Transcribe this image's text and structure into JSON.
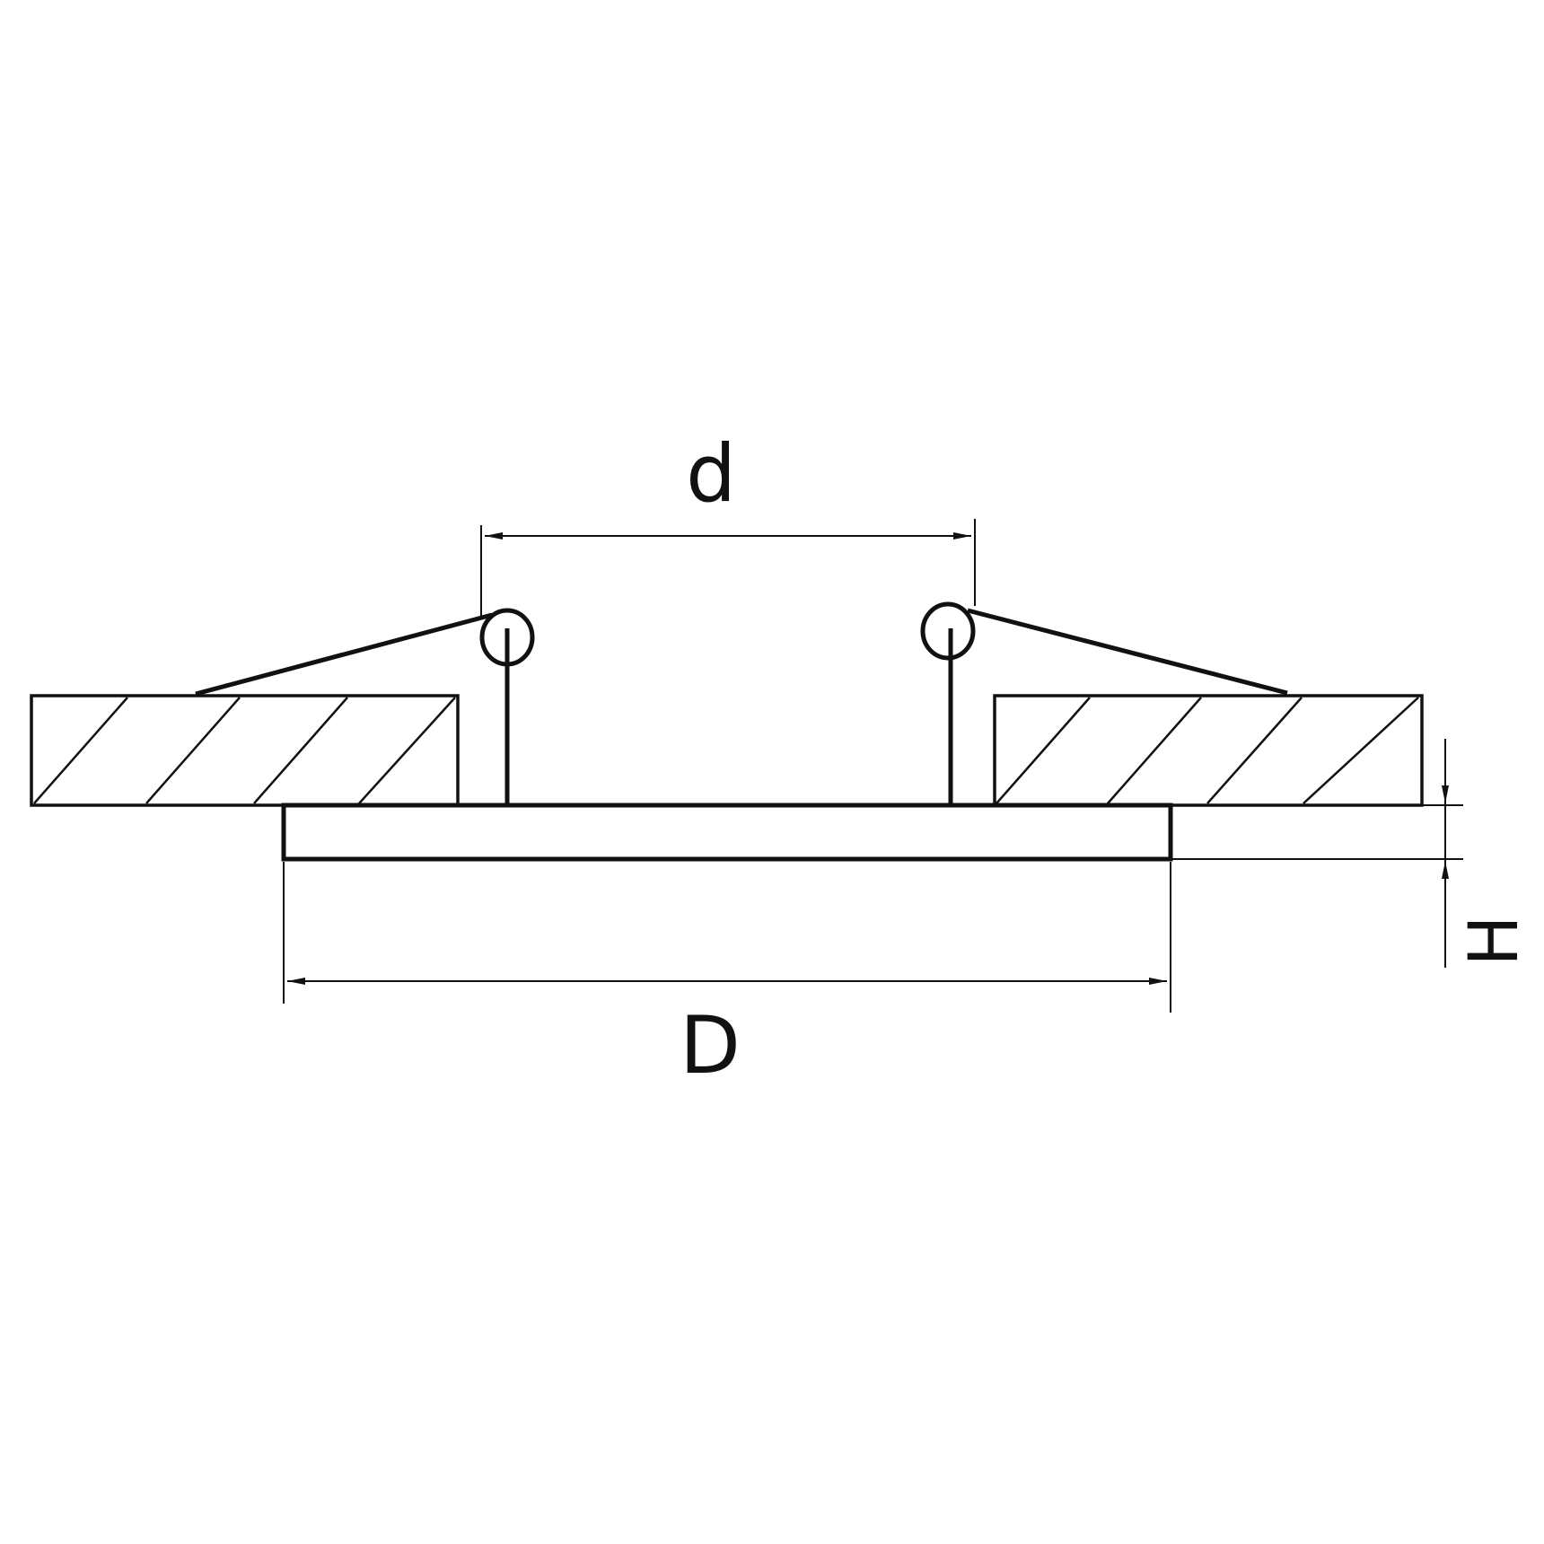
{
  "diagram": {
    "type": "technical-drawing",
    "subject": "recessed ceiling lamp installation cross-section",
    "colors": {
      "line": "#111111",
      "background": "#ffffff"
    },
    "dimensions": {
      "cutout": {
        "label": "d",
        "meaning": "ceiling cutout diameter"
      },
      "outer": {
        "label": "D",
        "meaning": "outer bezel diameter"
      },
      "height": {
        "label": "H",
        "meaning": "visible bezel height"
      }
    },
    "parts": [
      {
        "id": "ceiling-left",
        "name": "ceiling slab (left)",
        "hatched": true
      },
      {
        "id": "ceiling-right",
        "name": "ceiling slab (right)",
        "hatched": true
      },
      {
        "id": "bezel",
        "name": "lamp bezel plate"
      },
      {
        "id": "spring-clip-left",
        "name": "spring clip (left)"
      },
      {
        "id": "spring-clip-right",
        "name": "spring clip (right)"
      }
    ]
  }
}
